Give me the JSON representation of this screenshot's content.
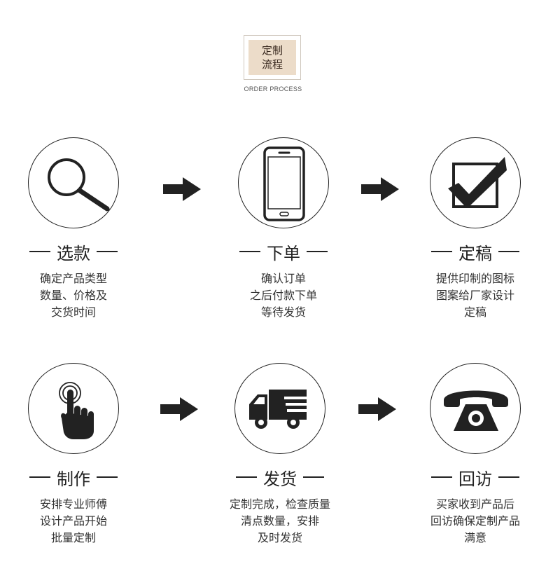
{
  "header": {
    "title_line1": "定制",
    "title_line2": "流程",
    "subtitle": "ORDER PROCESS"
  },
  "steps": [
    {
      "icon": "magnifier-icon",
      "title": "选款",
      "desc": [
        "确定产品类型",
        "数量、价格及",
        "交货时间"
      ]
    },
    {
      "icon": "smartphone-icon",
      "title": "下单",
      "desc": [
        "确认订单",
        "之后付款下单",
        "等待发货"
      ]
    },
    {
      "icon": "checkmark-icon",
      "title": "定稿",
      "desc": [
        "提供印制的图标",
        "图案给厂家设计",
        "定稿"
      ]
    },
    {
      "icon": "touch-hand-icon",
      "title": "制作",
      "desc": [
        "安排专业师傅",
        "设计产品开始",
        "批量定制"
      ]
    },
    {
      "icon": "delivery-truck-icon",
      "title": "发货",
      "desc": [
        "定制完成，检查质量",
        "清点数量，安排",
        "及时发货"
      ]
    },
    {
      "icon": "telephone-icon",
      "title": "回访",
      "desc": [
        "买家收到产品后",
        "回访确保定制产品",
        "满意"
      ]
    }
  ],
  "colors": {
    "header_bg": "#ecdcc9",
    "ink": "#222222"
  }
}
